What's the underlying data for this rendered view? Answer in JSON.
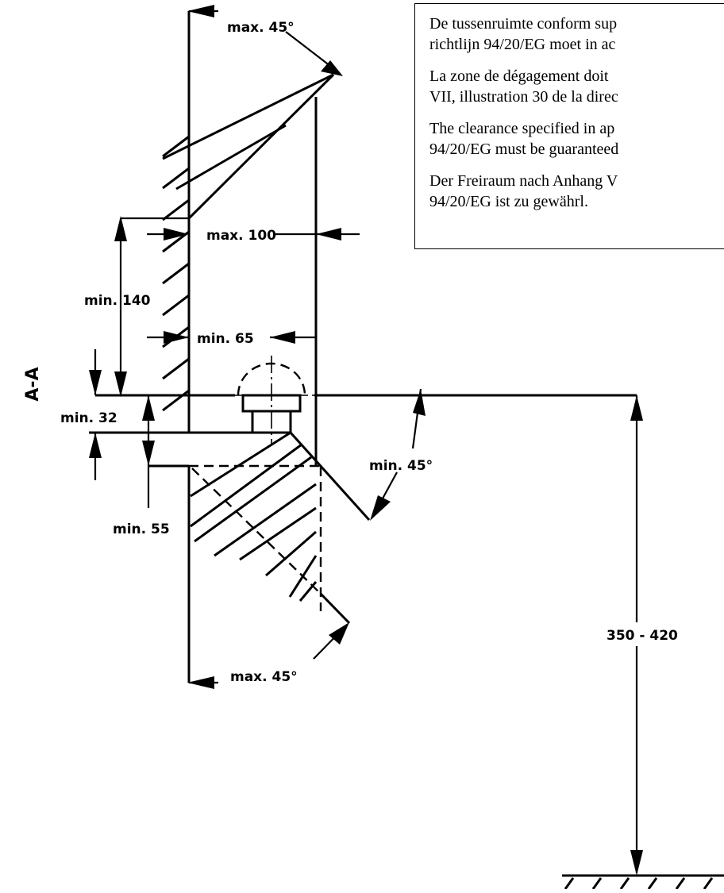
{
  "section_label": "A-A",
  "notes": [
    [
      "De tussenruimte conform sup",
      "richtlijn 94/20/EG moet in ac"
    ],
    [
      "La zone de dégagement doit",
      "VII, illustration 30 de la direc"
    ],
    [
      "The clearance specified in ap",
      "94/20/EG must be guaranteed"
    ],
    [
      "Der Freiraum nach Anhang V",
      "94/20/EG ist zu gewährl."
    ]
  ],
  "dimensions": {
    "max45_top": "max. 45°",
    "max100": "max. 100",
    "min140": "min. 140",
    "min65": "min. 65",
    "min32": "min. 32",
    "min55": "min. 55",
    "min45": "min. 45°",
    "max45_bottom": "max. 45°",
    "height_range": "350  -  420"
  }
}
